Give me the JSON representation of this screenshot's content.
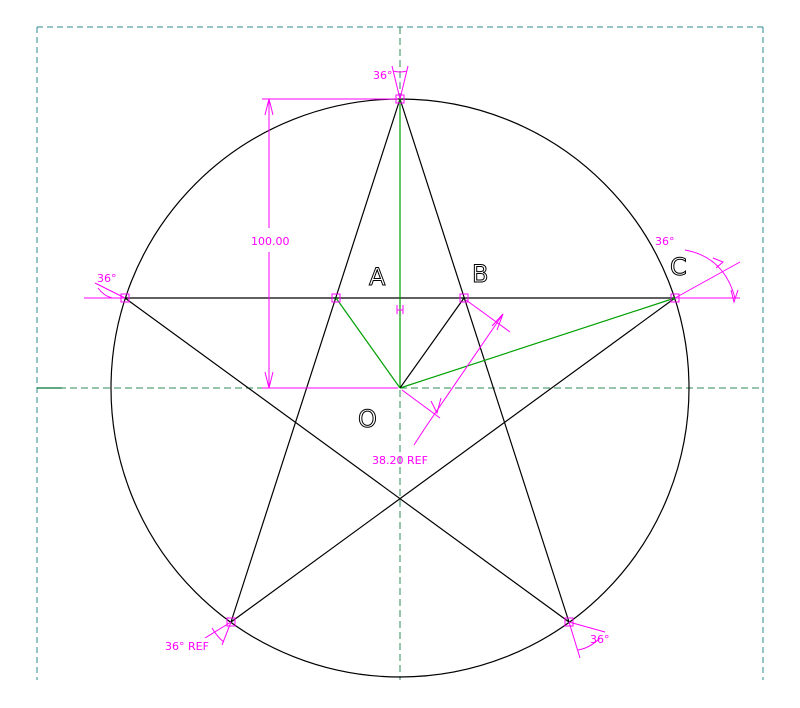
{
  "drawing": {
    "dimension_100": "100.00",
    "dimension_38": "38.20  REF",
    "angle_top": "36°",
    "angle_left": "36°",
    "angle_right": "36°",
    "angle_bottom_left": "36°  REF",
    "angle_bottom_right": "36°",
    "points": {
      "A": "A",
      "B": "B",
      "C": "C",
      "O": "O"
    },
    "colors": {
      "geometry": "#000000",
      "construction": "#00a000",
      "dimension": "#ff00ff",
      "centerline": "#2e8b57"
    }
  }
}
